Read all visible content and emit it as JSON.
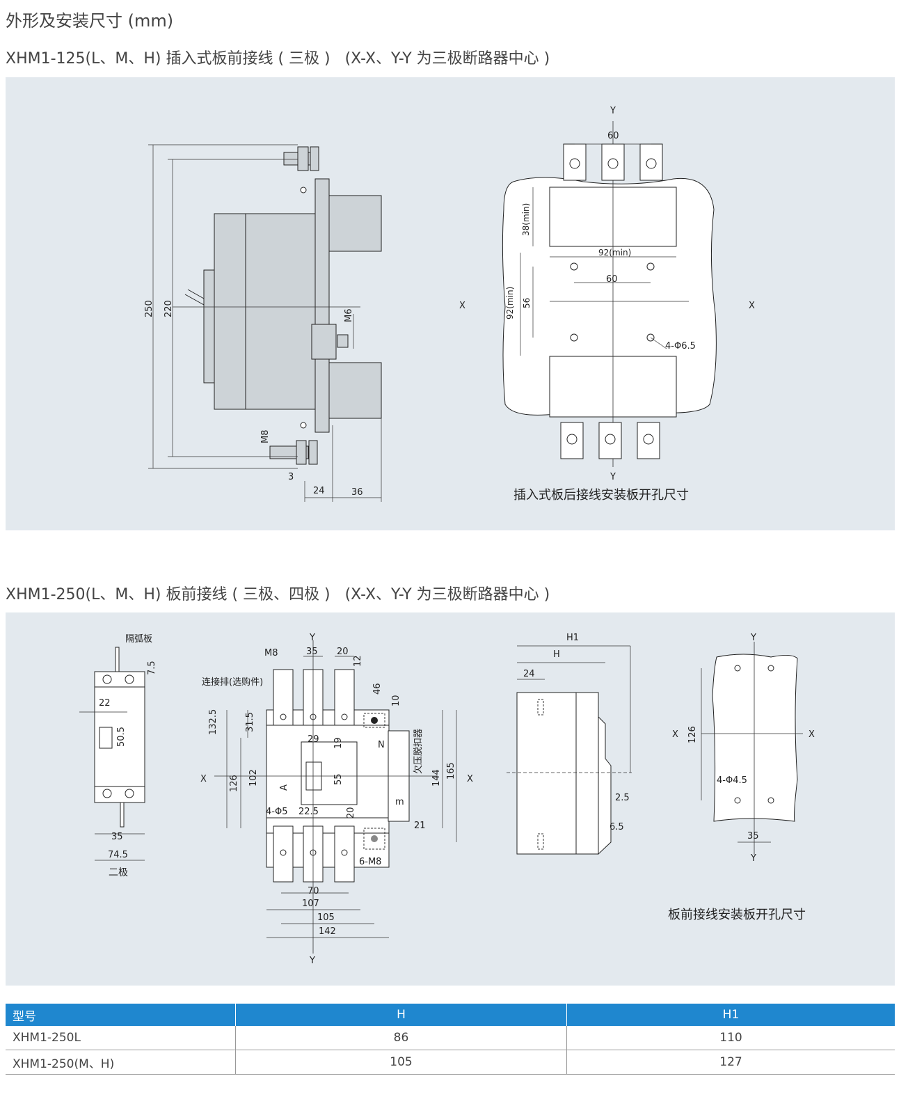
{
  "page_title": "外形及安装尺寸 (mm)",
  "section1": {
    "heading": "XHM1-125(L、M、H) 插入式板前接线 ( 三极 )   (X-X、Y-Y 为三极断路器中心 )",
    "side_view": {
      "dims": [
        "250",
        "220",
        "M6",
        "M8",
        "3",
        "24",
        "36"
      ]
    },
    "mount_plate": {
      "caption": "插入式板后接线安装板开孔尺寸",
      "axis_y": "Y",
      "axis_x": "X",
      "dims": [
        "60",
        "38(min)",
        "92(min)",
        "60",
        "92(min)",
        "56",
        "4-Φ6.5"
      ]
    }
  },
  "section2": {
    "heading": "XHM1-250(L、M、H) 板前接线 ( 三极、四极 )   (X-X、Y-Y 为三极断路器中心 )",
    "two_pole": {
      "caption": "二极",
      "arc_label": "隔弧板",
      "dims": [
        "7.5",
        "22",
        "50.5",
        "35",
        "74.5"
      ]
    },
    "front_view": {
      "labels": {
        "m8": "M8",
        "bar": "连接排(选购件)",
        "n": "N",
        "uvt": "欠压脱扣器",
        "a": "A",
        "m": "m",
        "holes": "4-Φ5",
        "screws": "6-M8",
        "y": "Y",
        "x": "X"
      },
      "dims": [
        "35",
        "20",
        "12",
        "46",
        "10",
        "132.5",
        "31.5",
        "29",
        "19",
        "126",
        "102",
        "55",
        "144",
        "165",
        "22.5",
        "20",
        "21",
        "70",
        "107",
        "105",
        "142"
      ]
    },
    "side_view": {
      "dims": [
        "H1",
        "H",
        "24",
        "2.5",
        "6.5"
      ]
    },
    "mount_plate": {
      "caption": "板前接线安装板开孔尺寸",
      "dims": [
        "126",
        "4-Φ4.5",
        "35"
      ],
      "axis_y": "Y",
      "axis_x": "X"
    }
  },
  "table": {
    "headers": [
      "型号",
      "H",
      "H1"
    ],
    "rows": [
      [
        "XHM1-250L",
        "86",
        "110"
      ],
      [
        "XHM1-250(M、H)",
        "105",
        "127"
      ]
    ]
  },
  "colors": {
    "panel_bg": "#e3e9ee",
    "header_blue": "#1f87cf",
    "part_fill": "#cdd3d7"
  }
}
